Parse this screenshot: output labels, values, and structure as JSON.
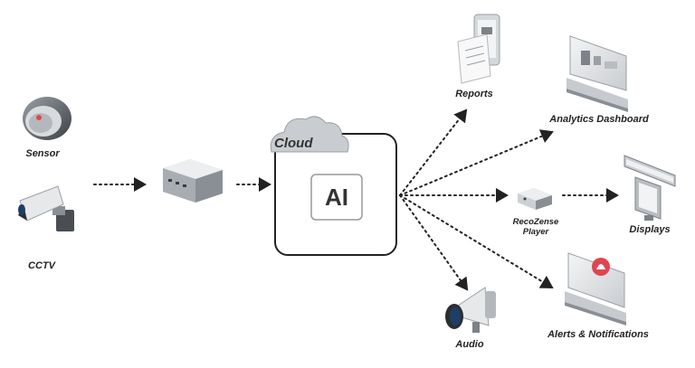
{
  "labels": {
    "sensor": "Sensor",
    "cctv": "CCTV",
    "cloud": "Cloud",
    "ai": "AI",
    "reports": "Reports",
    "analytics": "Analytics Dashboard",
    "player_line1": "RecoZense",
    "player_line2": "Player",
    "displays": "Displays",
    "alerts": "Alerts & Notifications",
    "audio": "Audio"
  },
  "icons": {
    "sensor": "smoke-sensor-icon",
    "cctv": "cctv-camera-icon",
    "gateway": "edge-gateway-icon",
    "cloud": "cloud-icon",
    "reports": "reports-phone-icon",
    "analytics": "analytics-monitor-icon",
    "player": "media-player-box-icon",
    "displays": "digital-signage-icon",
    "alerts": "alert-monitor-icon",
    "audio": "megaphone-icon"
  },
  "colors": {
    "line": "#222222",
    "device_light": "#e4e6e8",
    "device_mid": "#b9bdc2",
    "device_dark": "#7d8288",
    "alert": "#e0454f",
    "accent_blue": "#1f3e66"
  }
}
